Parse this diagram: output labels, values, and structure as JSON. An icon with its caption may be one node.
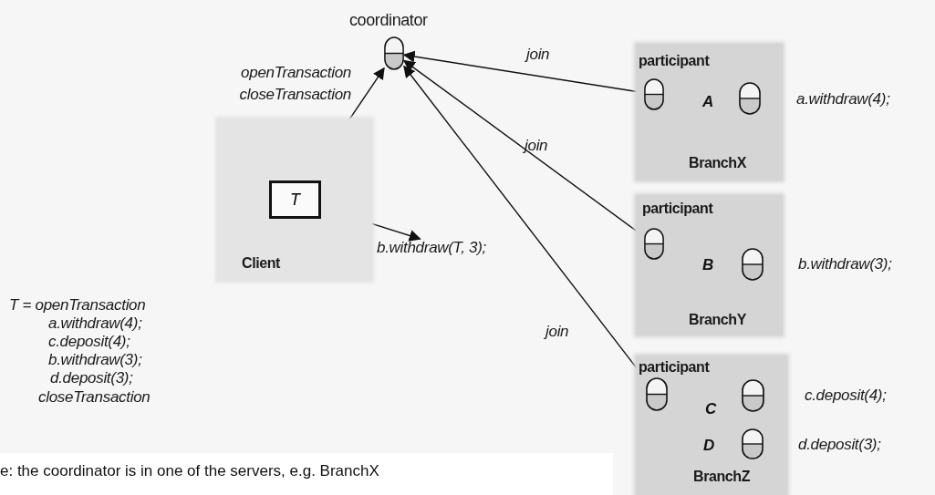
{
  "diagram": {
    "caption": "e: the coordinator is in one of the servers, e.g. BranchX",
    "nodes": [
      {
        "text": [
          "coordinator"
        ]
      },
      {
        "text": [
          "Client"
        ]
      },
      {
        "text": [
          "T"
        ],
        "in": 1
      },
      {
        "text": [
          "b.withdraw(T, 3);"
        ]
      },
      {
        "text": [
          "participant",
          "BranchX"
        ]
      },
      {
        "text": [],
        "shape": "capsule",
        "in": 4
      },
      {
        "text": [],
        "shape": "capsule",
        "in": 4,
        "beside": [
          "A"
        ]
      },
      {
        "text": [
          "participant",
          "BranchY"
        ]
      },
      {
        "text": [],
        "shape": "capsule",
        "in": 7
      },
      {
        "text": [],
        "shape": "capsule",
        "in": 7,
        "beside": [
          "B"
        ]
      },
      {
        "text": [
          "participant",
          "BranchZ"
        ]
      },
      {
        "text": [],
        "shape": "capsule",
        "in": 10
      },
      {
        "text": [],
        "shape": "capsule",
        "in": 10,
        "beside": [
          "C"
        ]
      },
      {
        "text": [],
        "shape": "capsule",
        "in": 10,
        "beside": [
          "D"
        ]
      }
    ],
    "edges": [
      {
        "from": 2,
        "to": 0,
        "arrow": "to",
        "label": "openTransaction closeTransaction"
      },
      {
        "from": 2,
        "to": 3,
        "arrow": "to"
      },
      {
        "from": 5,
        "to": 0,
        "arrow": "to",
        "label": "join"
      },
      {
        "from": 8,
        "to": 0,
        "arrow": "to",
        "label": "join"
      },
      {
        "from": 11,
        "to": 0,
        "arrow": "to",
        "label": "join"
      }
    ],
    "labels": [
      "a.withdraw(4);",
      "b.withdraw(3);",
      "T = openTransaction",
      "a.withdraw(4);",
      "c.deposit(4);",
      "b.withdraw(3);",
      "d.deposit(3);",
      "c.deposit(4);",
      "closeTransaction",
      "d.deposit(3);"
    ]
  }
}
